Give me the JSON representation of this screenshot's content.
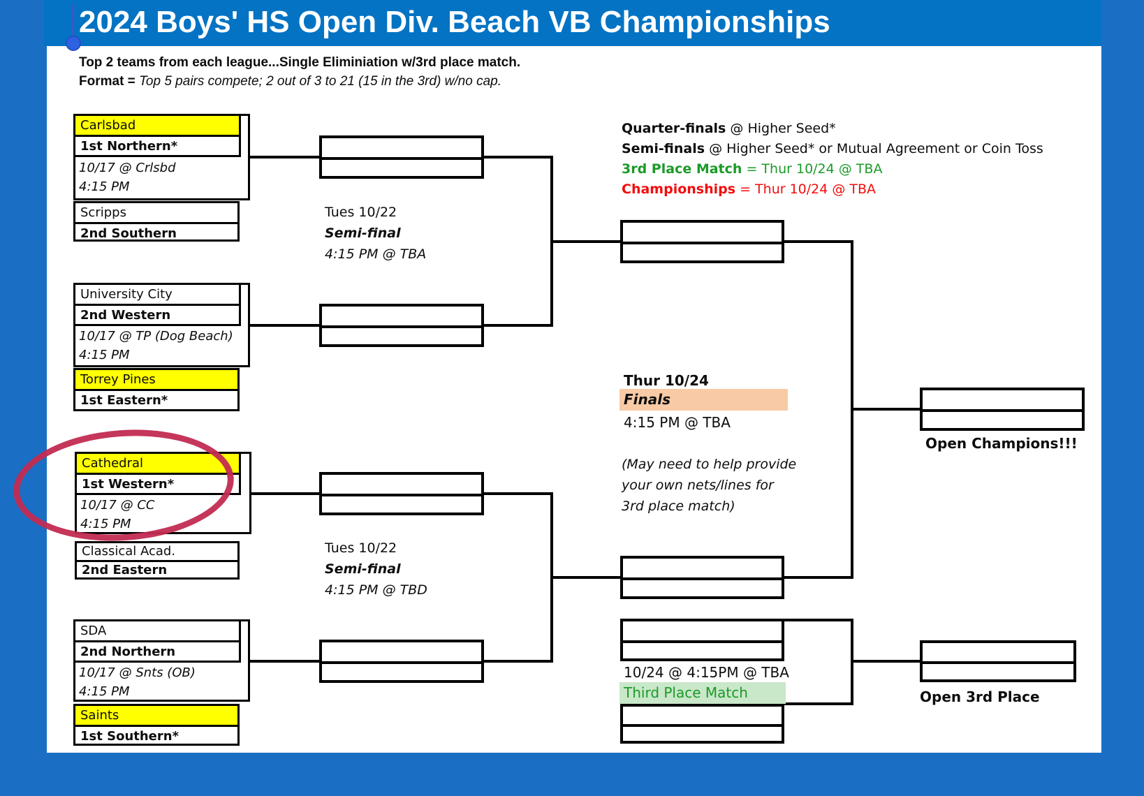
{
  "title_bar": {
    "title": "2024 Boys' HS Open Div. Beach VB Championships"
  },
  "header": {
    "line1": "Top 2 teams from each league...Single Eliminiation w/3rd place match.",
    "format_label": "Format = ",
    "format_text": "Top 5 pairs compete; 2 out of 3 to 21 (15 in the 3rd) w/no cap."
  },
  "first_round": [
    {
      "team1": "Carlsbad",
      "seed1": "1st Northern*",
      "venue": "10/17 @ Crlsbd",
      "time": "4:15 PM",
      "team2": "Scripps",
      "seed2": "2nd Southern"
    },
    {
      "team1": "University City",
      "seed1": "2nd Western",
      "venue": "10/17 @ TP (Dog Beach)",
      "time": "4:15 PM",
      "team2": "Torrey Pines",
      "seed2": "1st Eastern*"
    },
    {
      "team1": "Cathedral",
      "seed1": "1st Western*",
      "venue": "10/17 @ CC",
      "time": "4:15 PM",
      "team2": "Classical Acad.",
      "seed2": "2nd Eastern"
    },
    {
      "team1": "SDA",
      "seed1": "2nd Northern",
      "venue": "10/17 @ Snts (OB)",
      "time": "4:15 PM",
      "team2": "Saints",
      "seed2": "1st Southern*"
    }
  ],
  "semifinals": [
    {
      "date": "Tues 10/22",
      "label": "Semi-final",
      "time": "4:15 PM @ TBA"
    },
    {
      "date": "Tues 10/22",
      "label": "Semi-final",
      "time": "4:15 PM @ TBD"
    }
  ],
  "rules": [
    {
      "label": "Quarter-finals",
      "text": " @ Higher Seed*"
    },
    {
      "label": "Semi-finals",
      "text": " @ Higher Seed* or Mutual Agreement or Coin Toss"
    },
    {
      "label": "3rd Place Match",
      "text": " = Thur 10/24 @ TBA"
    },
    {
      "label": "Championships",
      "text": " = Thur 10/24 @ TBA"
    }
  ],
  "finals": {
    "date": "Thur 10/24",
    "label": "Finals",
    "time": "4:15 PM @ TBA",
    "note1": "(May need to help provide",
    "note2": "your own nets/lines for",
    "note3": "3rd place match)"
  },
  "champion": {
    "label": "Open Champions!!!"
  },
  "third_place": {
    "info": "10/24 @ 4:15PM @ TBA",
    "label": "Third Place Match",
    "result": "Open 3rd Place"
  },
  "colors": {
    "seed_highlight": "#ffff00",
    "finals_highlight": "#f8cba6",
    "third_place_highlight": "#c9e7c9",
    "green_text": "#1b9a27",
    "red_text": "#f20d0d",
    "title_blue": "#0473c4",
    "border_blue": "#1a6fc4",
    "annotation_red": "#c22b52"
  }
}
